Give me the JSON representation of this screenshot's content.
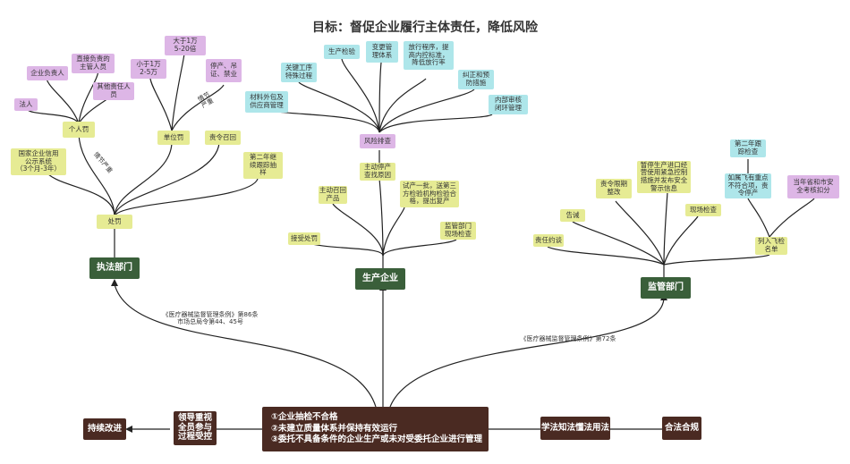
{
  "title": "目标：督促企业履行主体责任，降低风险",
  "center": {
    "problems": "①企业抽检不合格\n②未建立质量体系并保持有效运行\n③委托不具备条件的企业生产或未对受委托企业进行管理",
    "right1": "学法知法懂法用法",
    "right2": "合法合规",
    "left1": "领导重视\n全员参与\n过程受控",
    "left2": "持续改进"
  },
  "branches": {
    "enforcement": "执法部门",
    "production": "生产企业",
    "supervision": "监管部门"
  },
  "edge_labels": {
    "left_reg": "《医疗器械监督管理条例》第86条\n市场总局令第44、45号",
    "right_reg": "《医疗器械监督管理条例》第72条",
    "serious1": "情节严重",
    "serious2": "情节\n严重"
  },
  "enforcement": {
    "punish": "处罚",
    "individual": "个人罚",
    "unit": "单位罚",
    "order_recall": "责令召回",
    "credit": "国家企业信用\n公示系统\n（3个月-3年）",
    "legal_person": "法人",
    "company_head": "企业负责人",
    "direct_head": "直接负责的\n主管人员",
    "other_person": "其他责任人\n员",
    "small_fine": "小于1万\n2-5万",
    "big_fine": "大于1万\n5-20倍",
    "suspend": "停产、吊\n证、禁业",
    "second_year": "第二年继\n续跟踪抽\n样"
  },
  "production": {
    "risk": "风险排查",
    "material": "材料外包及\n供应商管理",
    "key_process": "关键工序\n特殊过程",
    "prod_inspect": "生产检验",
    "change_mgmt": "变更管\n理体系",
    "release": "放行程序，提\n高内控标准，\n降低放行率",
    "correct": "纠正和预\n防措施",
    "audit": "内部审核\n闭环管理",
    "stop_prod": "主动停产\n查找原因",
    "trial": "试产一批，送第三\n方检验机构检验合\n格，提出复产",
    "recall": "主动召回\n产品",
    "accept": "接受处罚",
    "inspect": "监管部门\n现场检查"
  },
  "supervision": {
    "responsibility": "责任约谈",
    "warn": "告诫",
    "rectify": "责令限期\n整改",
    "suspend_import": "暂停生产进口经\n营使用紧急控制\n措施并发布安全\n警示信息",
    "onsite": "现场检查",
    "flying": "列入飞检\n名单",
    "second_year": "第二年跟\n踪检查",
    "key_issue": "如属飞有重点\n不符合项，责\n令停产",
    "assessment": "当年省和市安\n全考核扣分"
  }
}
